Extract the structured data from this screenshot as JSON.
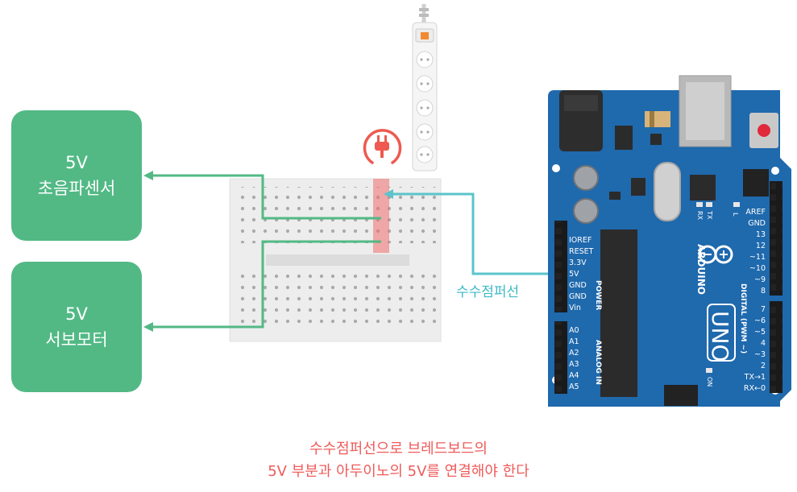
{
  "modules": [
    {
      "voltage": "5V",
      "name": "초음파센서"
    },
    {
      "voltage": "5V",
      "name": "서보모터"
    }
  ],
  "jumper_label": "수수점퍼선",
  "caption": {
    "line1": "수수점퍼선으로 브레드보드의",
    "line2": "5V 부분과 아두이노의 5V를 연결해야 한다"
  },
  "arduino": {
    "brand": "ARDUINO",
    "model": "UNO",
    "power_header_title": "POWER",
    "analog_header_title": "ANALOG IN",
    "digital_header_title": "DIGITAL (PWM ~)",
    "power_pins": [
      "IOREF",
      "RESET",
      "3.3V",
      "5V",
      "GND",
      "GND",
      "Vin"
    ],
    "analog_pins": [
      "A0",
      "A1",
      "A2",
      "A3",
      "A4",
      "A5"
    ],
    "digital_top_pins": [
      "AREF",
      "GND",
      "13",
      "12",
      "~11",
      "~10",
      "~9",
      "8"
    ],
    "digital_bottom_pins": [
      "7",
      "~6",
      "~5",
      "4",
      "~3",
      "2",
      "TX→1",
      "RX←0"
    ],
    "tx_label": "TX",
    "rx_label": "RX",
    "l_label": "L",
    "on_label": "ON"
  },
  "colors": {
    "module_green": "#52b985",
    "wire_green": "#52b985",
    "wire_cyan": "#5bc4cc",
    "board_blue": "#1f69ad",
    "caption_red": "#ef5b5b",
    "highlight_red": "#ef6b6b",
    "power_icon_red": "#ee5a4f"
  },
  "icons": [
    "power-plug-icon",
    "power-strip",
    "arduino-logo-icon"
  ]
}
